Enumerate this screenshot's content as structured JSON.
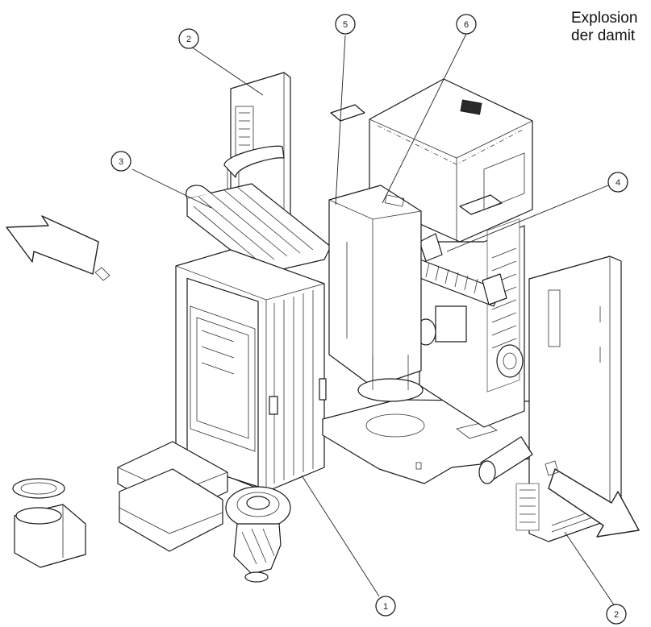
{
  "caption": {
    "line1": "Explosion",
    "line2": "der damit"
  },
  "callouts": [
    {
      "id": "callout-2-top",
      "label": "2"
    },
    {
      "id": "callout-5",
      "label": "5"
    },
    {
      "id": "callout-6",
      "label": "6"
    },
    {
      "id": "callout-3",
      "label": "3"
    },
    {
      "id": "callout-4",
      "label": "4"
    },
    {
      "id": "callout-1",
      "label": "1"
    },
    {
      "id": "callout-2-bottom",
      "label": "2"
    }
  ]
}
